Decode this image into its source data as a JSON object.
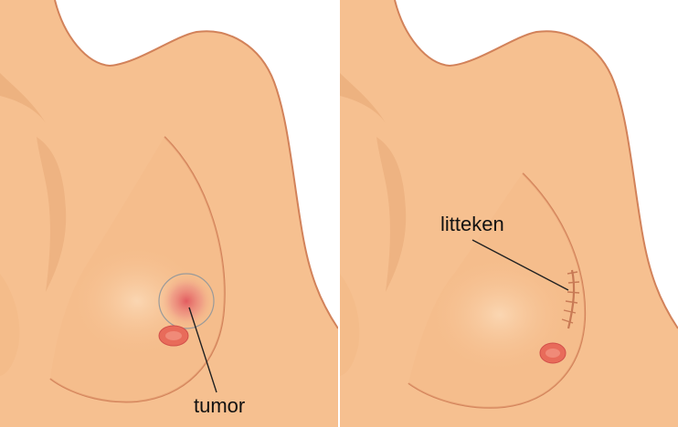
{
  "panels": [
    {
      "state": "before",
      "callout": {
        "text": "tumor"
      }
    },
    {
      "state": "after",
      "callout": {
        "text": "litteken"
      }
    }
  ],
  "colors": {
    "skin": "#f6c090",
    "skin_shadow": "#e8a876",
    "outline": "#d2825a",
    "areola": "#e86b5a",
    "tumor": "#e15a5a",
    "scar": "#c87a55"
  }
}
